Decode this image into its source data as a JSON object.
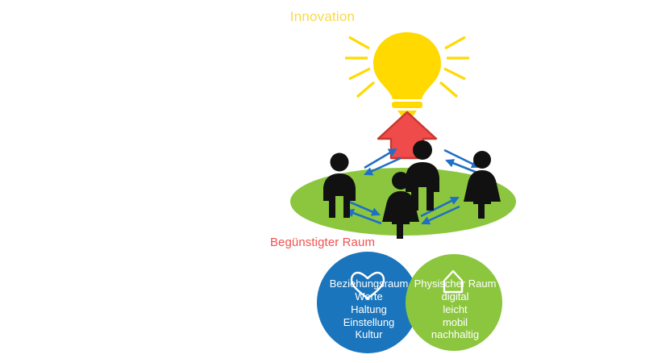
{
  "diagram": {
    "title_top": "Innovation",
    "space_label": "Begünstigter Raum",
    "lightbulb": {
      "icon": "lightbulb-icon",
      "color": "#FFD900",
      "rays": 8
    },
    "arrow_up": {
      "icon": "up-arrow-icon",
      "fill": "#EF4B4B",
      "stroke": "#C8372F"
    },
    "ground": {
      "icon": "green-ellipse",
      "color": "#8CC63F"
    },
    "people": [
      {
        "name": "person-left-man",
        "type": "man"
      },
      {
        "name": "person-center-woman",
        "type": "woman"
      },
      {
        "name": "person-center-man",
        "type": "man"
      },
      {
        "name": "person-right-woman",
        "type": "woman"
      }
    ],
    "connector_color": "#1F6FC4",
    "circles": [
      {
        "id": "relation",
        "icon": "heart-icon",
        "color": "#1B75BC",
        "heading": "Beziehungsraum",
        "lines": [
          "Werte",
          "Haltung",
          "Einstellung",
          "Kultur"
        ]
      },
      {
        "id": "physical",
        "icon": "house-icon",
        "color": "#8CC63F",
        "heading": "Physischer Raum",
        "lines": [
          "digital",
          "leicht",
          "mobil",
          "nachhaltig"
        ]
      }
    ]
  }
}
